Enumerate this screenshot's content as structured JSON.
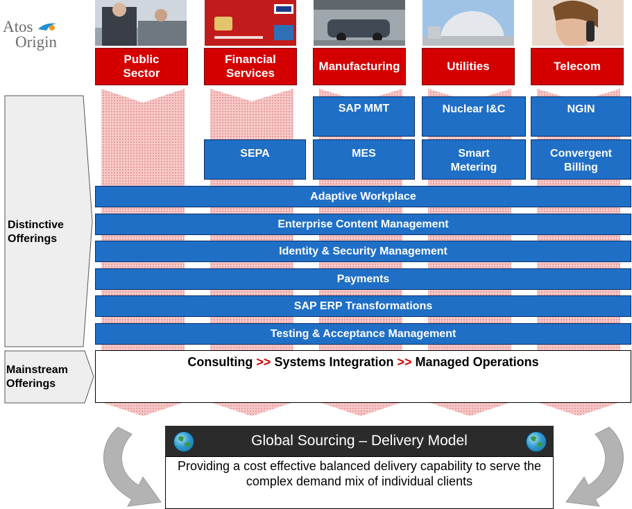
{
  "logo": {
    "line1": "Atos",
    "line2": "Origin"
  },
  "sectors": [
    {
      "label": "Public\nSector",
      "photo": "office-workers"
    },
    {
      "label": "Financial\nServices",
      "photo": "bank-card"
    },
    {
      "label": "Manufacturing",
      "photo": "car-factory"
    },
    {
      "label": "Utilities",
      "photo": "power-plant-dome"
    },
    {
      "label": "Telecom",
      "photo": "woman-on-phone"
    }
  ],
  "sector_offerings_row1": [
    {
      "column": 3,
      "label": "SAP MMT"
    },
    {
      "column": 4,
      "label": "Nuclear I&C"
    },
    {
      "column": 5,
      "label": "NGIN"
    }
  ],
  "sector_offerings_row2": [
    {
      "column": 2,
      "label": "SEPA"
    },
    {
      "column": 3,
      "label": "MES"
    },
    {
      "column": 4,
      "label": "Smart\nMetering"
    },
    {
      "column": 5,
      "label": "Convergent\nBilling"
    }
  ],
  "distinctive_offerings": {
    "label": "Distinctive\nOfferings",
    "bars": [
      "Adaptive Workplace",
      "Enterprise Content Management",
      "Identity & Security Management",
      "Payments",
      "SAP ERP Transformations",
      "Testing & Acceptance Management"
    ]
  },
  "mainstream_offerings": {
    "label": "Mainstream\nOfferings",
    "items": [
      "Consulting",
      "Systems Integration",
      "Managed Operations"
    ],
    "separator": ">>"
  },
  "global_sourcing": {
    "title": "Global Sourcing – Delivery Model",
    "description": "Providing a cost effective balanced delivery capability to serve the complex demand mix of individual clients"
  },
  "colors": {
    "sector_red": "#d40000",
    "offering_blue": "#1f6fc6",
    "chevron_pink": "#f4b6b6",
    "side_arrow_gray": "#eeeeee",
    "global_dark": "#2b2b2b",
    "separator_red": "#d40000"
  }
}
